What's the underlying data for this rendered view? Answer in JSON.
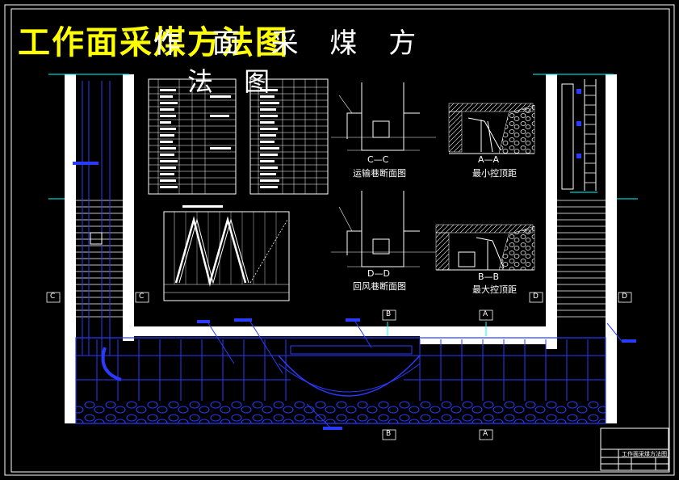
{
  "drawing": {
    "title_main": "工作面采煤方法图",
    "title_overlay_line1": "作 面 采 煤 方",
    "title_overlay_line2": "法 图"
  },
  "sections": {
    "cc_mark": "C—C",
    "cc_caption": "运输巷断面图",
    "aa_mark": "A—A",
    "aa_caption": "最小控顶距",
    "dd_mark": "D—D",
    "dd_caption": "回风巷断面图",
    "bb_mark": "B—B",
    "bb_caption": "最大控顶距"
  },
  "cut_markers": {
    "c": "C",
    "d": "D",
    "b": "B",
    "a": "A"
  },
  "title_block": {
    "drawing_name": "工作面采煤方法图"
  },
  "colors": {
    "background": "#000000",
    "main_title": "#ffff00",
    "lines": "#ffffff",
    "blue": "#2a3bff",
    "cyan": "#00ffff"
  }
}
